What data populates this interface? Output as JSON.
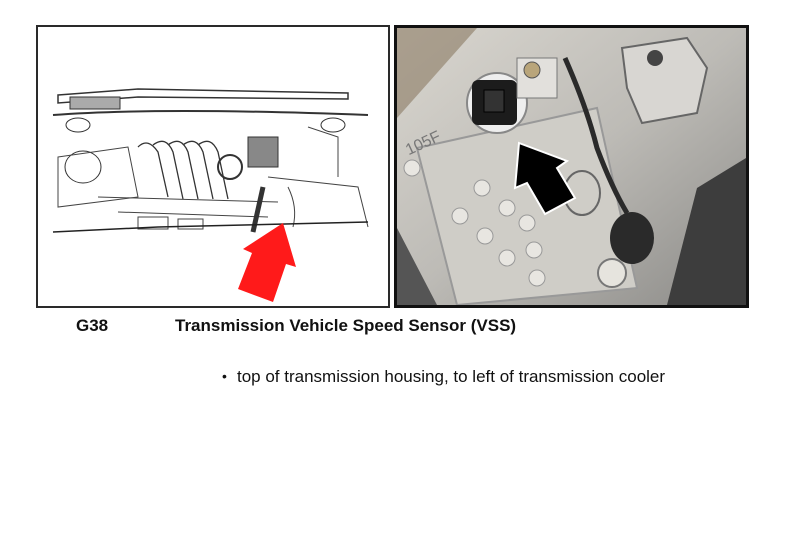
{
  "figure": {
    "left_image": {
      "alt": "Line drawing of engine bay with red arrow pointing to transmission area",
      "arrow_color": "#ff1a1a"
    },
    "right_image": {
      "alt": "Photo of transmission housing with black arrow pointing to speed sensor connector",
      "stamp_text": "105F",
      "arrow_color": "#000000"
    }
  },
  "component": {
    "code": "G38",
    "name": "Transmission Vehicle Speed Sensor (VSS)"
  },
  "location": {
    "bullet": "•",
    "text": "top of transmission housing, to left of transmission cooler"
  }
}
